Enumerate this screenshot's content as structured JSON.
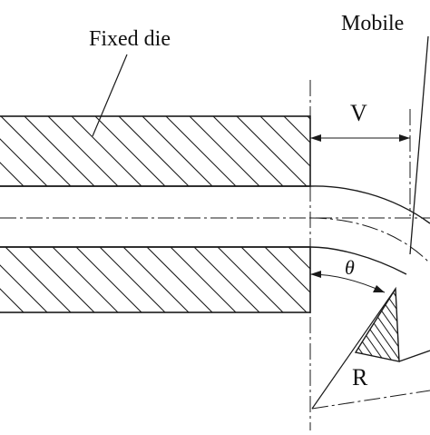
{
  "labels": {
    "fixed_die": "Fixed die",
    "mobile": "Mobile",
    "v": "V",
    "theta": "θ",
    "r": "R"
  },
  "colors": {
    "line": "#1a1a1a",
    "background": "#ffffff"
  }
}
